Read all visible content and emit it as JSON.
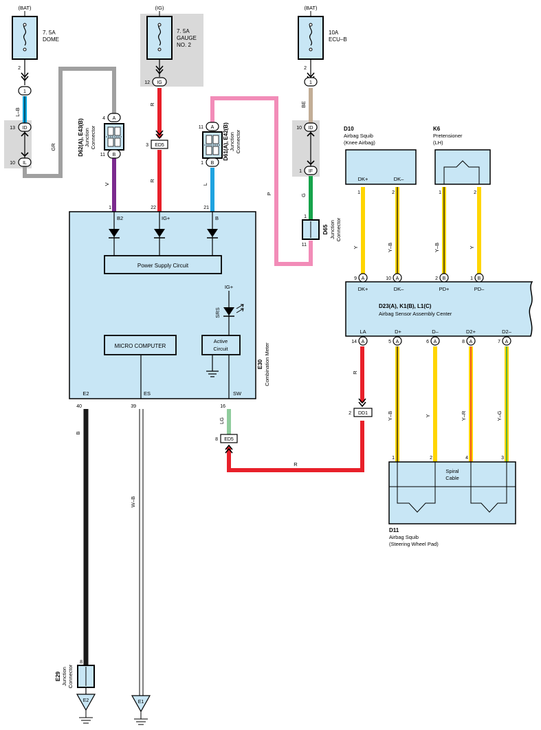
{
  "power": {
    "bat_left": "(BAT)",
    "ig": "(IG)",
    "bat_right": "(BAT)",
    "fuse_dome_amp": "7. 5A",
    "fuse_dome_name": "DOME",
    "fuse_gauge_amp": "7. 5A",
    "fuse_gauge_name1": "GAUGE",
    "fuse_gauge_name2": "NO. 2",
    "fuse_ecu_amp": "10A",
    "fuse_ecu_name": "ECU–B"
  },
  "pins": {
    "dome_out": "2",
    "dome_conn": "1",
    "id_left_top": "13",
    "id_left_tag": "ID",
    "il_left": "10",
    "il_tag": "IL",
    "gauge_out": "12",
    "ig_tag": "IG",
    "ed5_top_pin": "3",
    "ed5_tag": "ED5",
    "ecu_out": "2",
    "ecu_conn": "1",
    "id_right_top": "10",
    "id_right_tag": "ID",
    "if_pin": "1",
    "if_tag": "IF",
    "d62_top": "4",
    "d62_top_tag": "A",
    "d62_bot": "11",
    "d62_bot_tag": "B",
    "d61_top": "11",
    "d61_top_tag": "A",
    "d61_bot": "1",
    "d61_bot_tag": "B",
    "d65_top": "1",
    "d65_bot": "11",
    "meter_b2": "1",
    "meter_ig": "22",
    "meter_b": "21",
    "meter_e2": "40",
    "meter_es": "39",
    "meter_sw": "16",
    "ed5_bot_pin": "8",
    "dd1_pin": "2",
    "dd1_tag": "DD1",
    "e29_pin": "8",
    "e2_tag": "E2",
    "e1_tag": "E1",
    "d10_1": "1",
    "d10_2": "2",
    "k6_1": "1",
    "k6_2": "2",
    "d23_9": "9",
    "d23_10": "10",
    "d23_2": "2",
    "d23_1": "1",
    "d23_14": "14",
    "d23_5": "5",
    "d23_6": "6",
    "d23_8": "8",
    "d23_7": "7",
    "tag_a": "A",
    "tag_b": "B",
    "d11_1": "1",
    "d11_2": "2",
    "d11_4": "4",
    "d11_3": "3"
  },
  "wires": {
    "lb": "L–B",
    "gr": "GR",
    "r_top": "R",
    "r_mid": "R",
    "be": "BE",
    "g": "G",
    "v": "V",
    "l": "L",
    "p": "P",
    "b": "B",
    "wb": "W–B",
    "lg": "LG",
    "r_bottom": "R",
    "r_la": "R",
    "y_1": "Y",
    "yb_1": "Y–B",
    "yb_2": "Y–B",
    "y_2": "Y",
    "yb_3": "Y–B",
    "y_3": "Y",
    "yr": "Y–R",
    "yg": "Y–G"
  },
  "components": {
    "d62_id": "D62(A), E43(B)",
    "d62_name": "Junction",
    "d62_name2": "Connector",
    "d61_id": "D61(A), E42(B)",
    "d61_name": "Junction",
    "d61_name2": "Connector",
    "d65_id": "D65",
    "d65_name": "Junction",
    "d65_name2": "Connector",
    "e29_id": "E29",
    "e29_name": "Junction",
    "e29_name2": "Connector",
    "e30_id": "E30",
    "e30_name": "Combination Meter",
    "meter_b2": "B2",
    "meter_igp": "IG+",
    "meter_b": "B",
    "power_supply": "Power Supply Circuit",
    "igp_inner": "IG+",
    "srs": "SRS",
    "micro": "MICRO COMPUTER",
    "active1": "Active",
    "active2": "Circuit",
    "e2": "E2",
    "es": "ES",
    "sw": "SW",
    "d10_id": "D10",
    "d10_name": "Airbag Squib",
    "d10_name2": "(Knee Airbag)",
    "d10_dkp": "DK+",
    "d10_dkm": "DK–",
    "k6_id": "K6",
    "k6_name": "Pretensioner",
    "k6_name2": "(LH)",
    "d23_id": "D23(A), K1(B), L1(C)",
    "d23_name": "Airbag Sensor Assembly Center",
    "d23_dkp": "DK+",
    "d23_dkm": "DK–",
    "d23_pdp": "PD+",
    "d23_pdm": "PD–",
    "d23_la": "LA",
    "d23_dp": "D+",
    "d23_dm": "D–",
    "d23_d2p": "D2+",
    "d23_d2m": "D2–",
    "spiral1": "Spiral",
    "spiral2": "Cable",
    "d11_id": "D11",
    "d11_name": "Airbag Squib",
    "d11_name2": "(Steering Wheel Pad)"
  },
  "colors": {
    "lb": "#00a6e0",
    "gr": "#a0a0a0",
    "r": "#e8202a",
    "be": "#c2ad96",
    "g": "#16a34a",
    "v": "#7b2a8e",
    "l": "#1fa3e0",
    "p": "#f28cb8",
    "b": "#1a1a1a",
    "lg": "#8fcc9c",
    "y": "#ffd500",
    "box": "#c8e6f5"
  }
}
